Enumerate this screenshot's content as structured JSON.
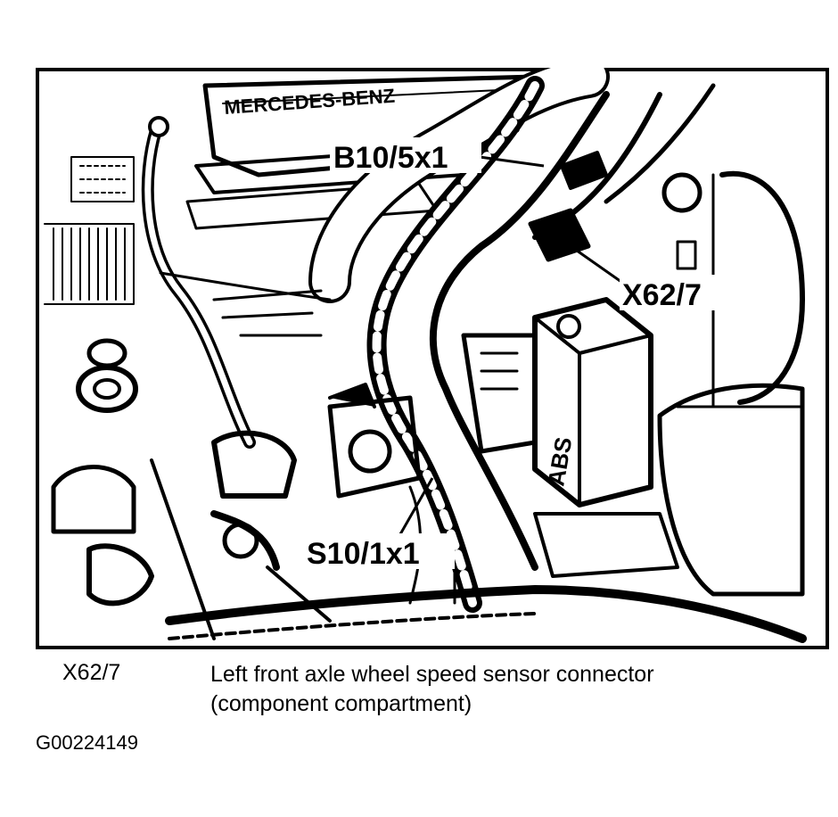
{
  "figure": {
    "brand_text": "MERCEDES-BENZ",
    "abs_marking": "ABS",
    "callouts": {
      "b10": "B10/5x1",
      "x62": "X62/7",
      "s10": "S10/1x1"
    }
  },
  "legend": {
    "code": "X62/7",
    "description_line1": "Left front axle wheel speed sensor connector",
    "description_line2": "(component compartment)"
  },
  "figure_id": "G00224149"
}
